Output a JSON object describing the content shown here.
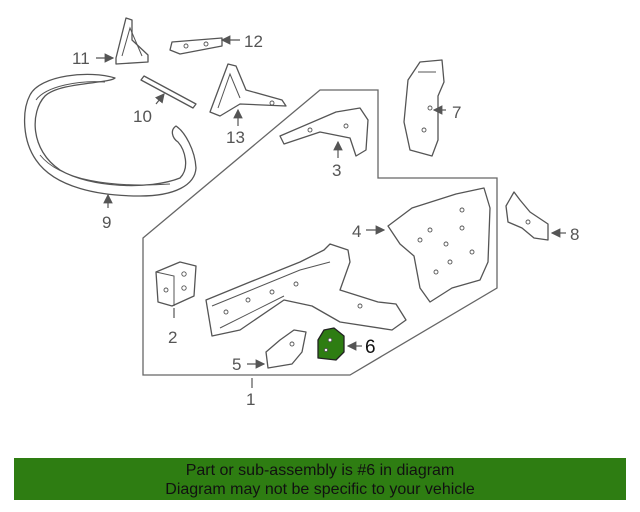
{
  "callouts": {
    "c1": "1",
    "c2": "2",
    "c3": "3",
    "c4": "4",
    "c5": "5",
    "c6": "6",
    "c7": "7",
    "c8": "8",
    "c9": "9",
    "c10": "10",
    "c11": "11",
    "c12": "12",
    "c13": "13"
  },
  "highlight_color": "#2e7d12",
  "banner": {
    "line1": "Part or sub-assembly is #6 in diagram",
    "line2": "Diagram may not be specific to your vehicle"
  }
}
